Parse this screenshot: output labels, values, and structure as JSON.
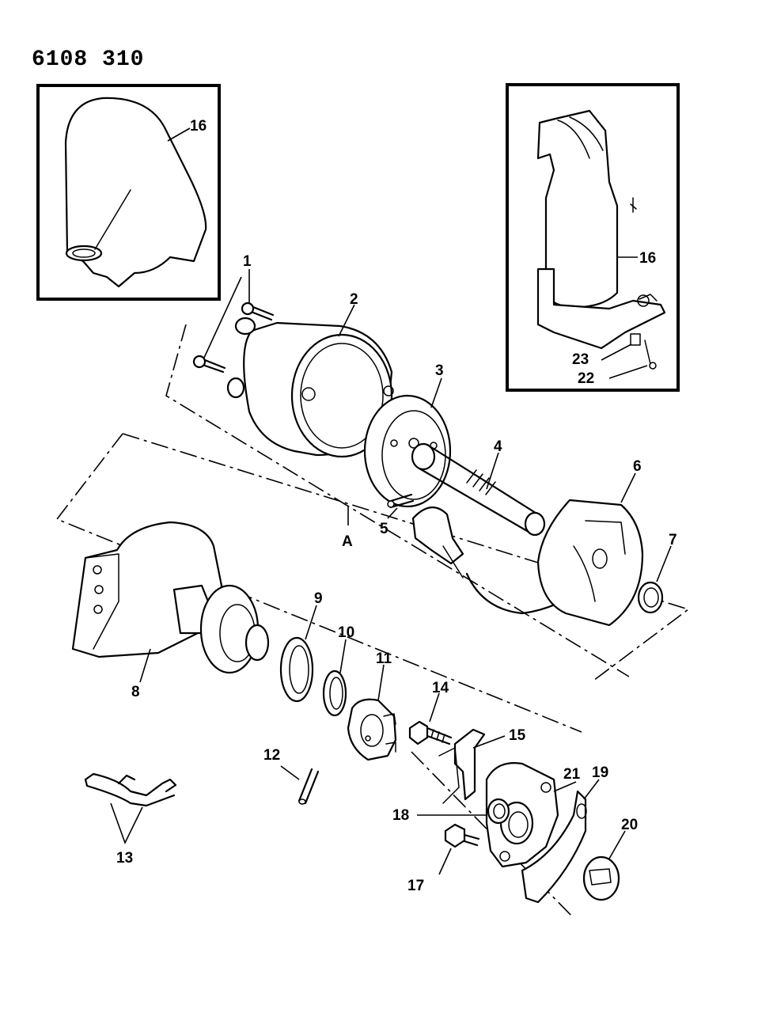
{
  "drawing_code": "6108 310",
  "reference_label": "A",
  "callouts": {
    "inset_left_16": "16",
    "inset_right_16": "16",
    "p1": "1",
    "p2": "2",
    "p3": "3",
    "p4": "4",
    "p5": "5",
    "p6": "6",
    "p7": "7",
    "p8": "8",
    "p9": "9",
    "p10": "10",
    "p11": "11",
    "p12": "12",
    "p13": "13",
    "p14": "14",
    "p15": "15",
    "p17": "17",
    "p18": "18",
    "p19": "19",
    "p20": "20",
    "p21": "21",
    "p22": "22",
    "p23": "23"
  }
}
